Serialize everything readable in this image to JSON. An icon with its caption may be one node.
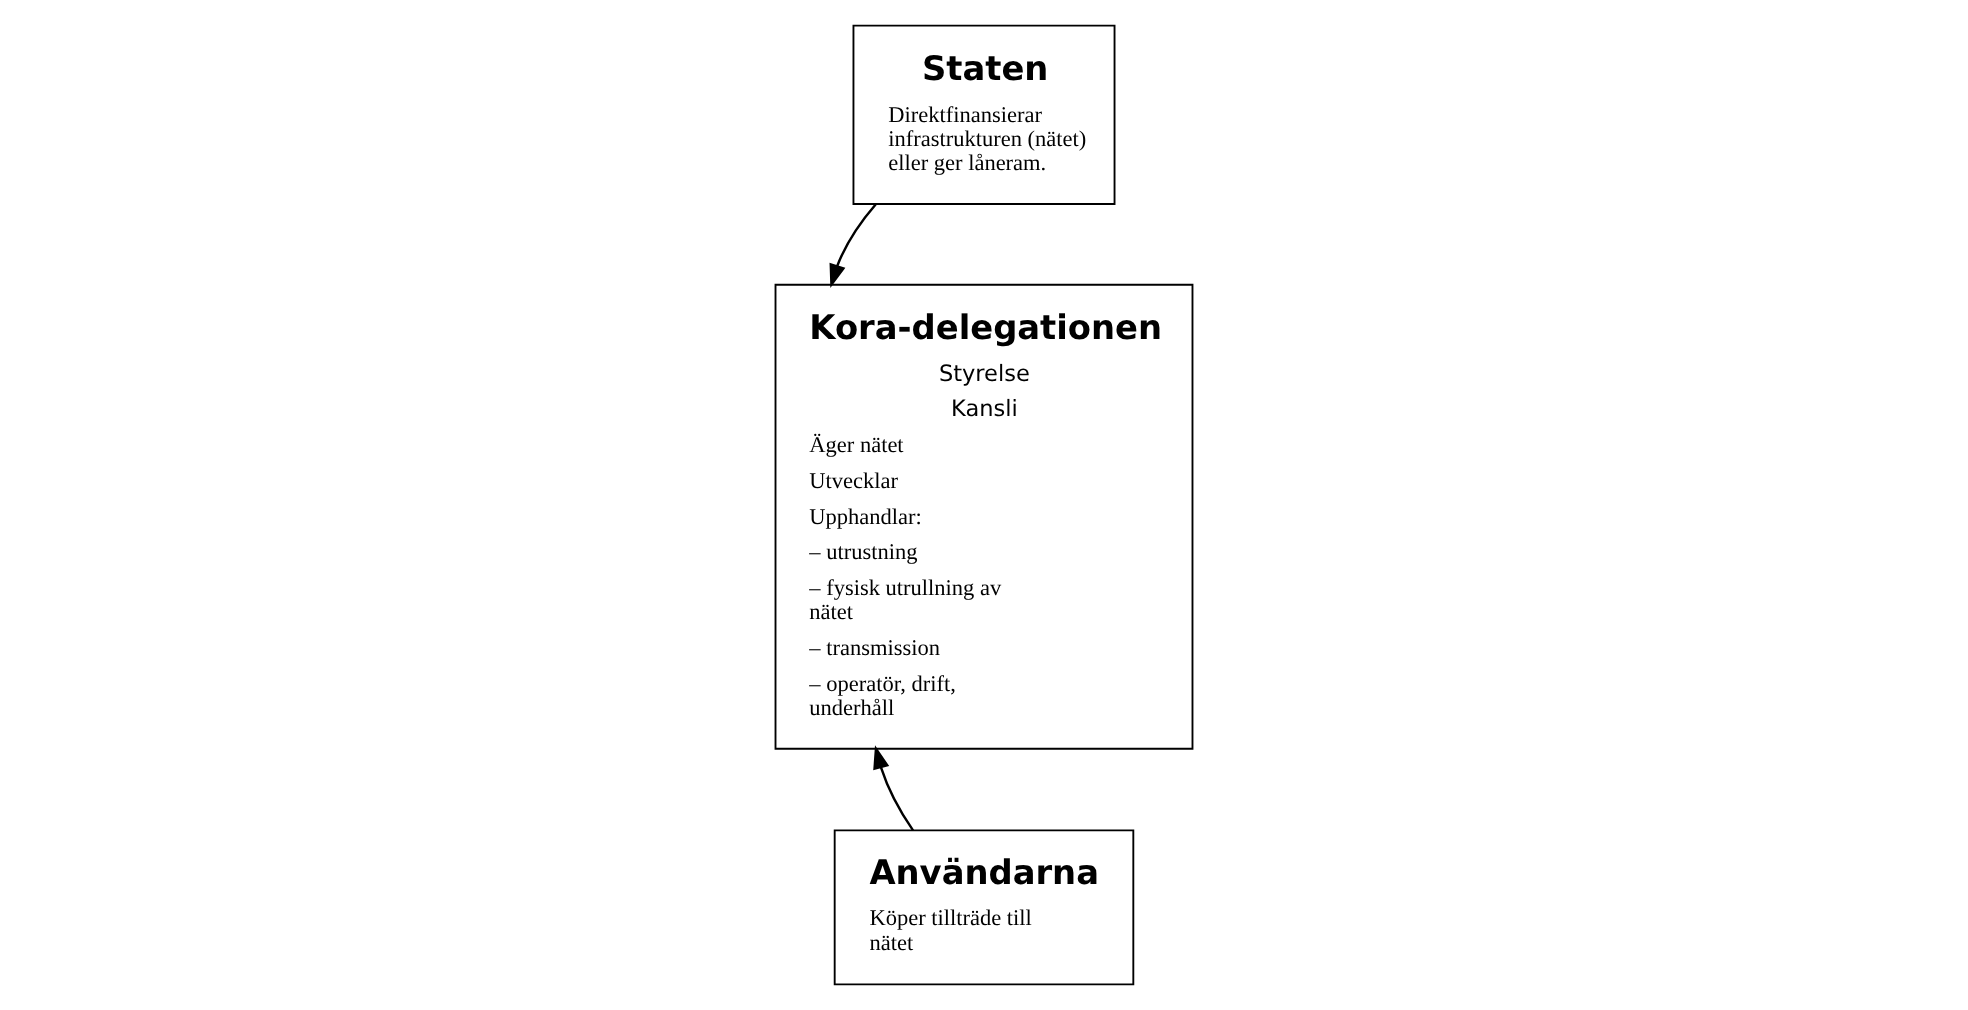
{
  "diagram": {
    "nodes": [
      {
        "text": [
          "Staten",
          "Direktfinansierar infrastrukturen (nätet) eller ger låneram."
        ]
      },
      {
        "text": [
          "Kora-delegationen",
          "Styrelse",
          "Kansli",
          "Äger nätet",
          "Utvecklar",
          "Upphandlar:",
          "– utrustning",
          "– fysisk utrullning av nätet",
          "– transmission",
          "– operatör, drift, underhåll"
        ]
      },
      {
        "text": [
          "Användarna",
          "Köper tillträde till nätet"
        ]
      }
    ],
    "edges": [
      {
        "from": 0,
        "to": 1,
        "arrow": "to"
      },
      {
        "from": 2,
        "to": 1,
        "arrow": "to"
      }
    ]
  }
}
